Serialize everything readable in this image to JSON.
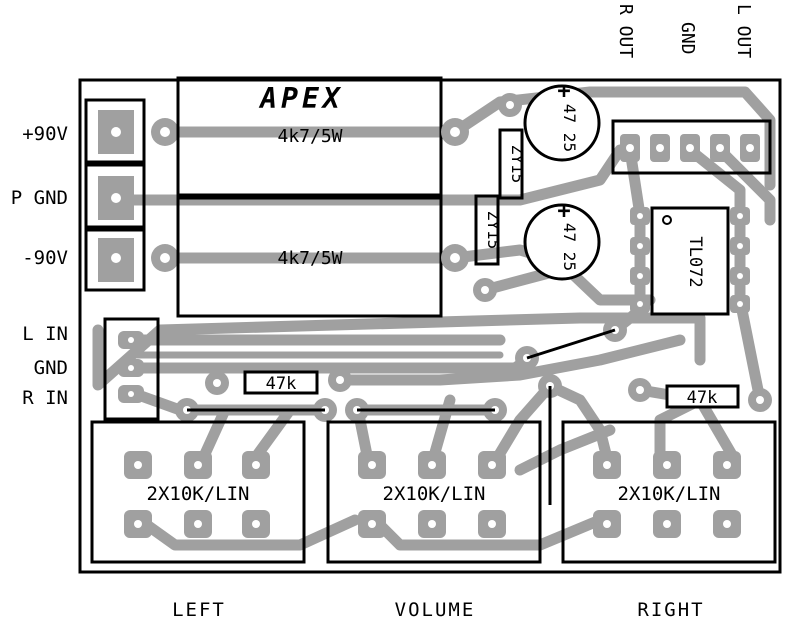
{
  "power_labels": {
    "plus": "+90V",
    "pgnd": "P GND",
    "minus": "-90V"
  },
  "output_labels": {
    "r_out": "R OUT",
    "gnd": "GND",
    "l_out": "L OUT"
  },
  "input_labels": {
    "l_in": "L IN",
    "gnd": "GND",
    "r_in": "R IN"
  },
  "resistors": {
    "top": "4k7/5W",
    "bottom": "4k7/5W",
    "left_47k": "47k",
    "right_47k": "47k"
  },
  "brand": "APEX",
  "zeners": {
    "z1": "ZY15",
    "z2": "ZY15"
  },
  "capacitors": {
    "c1": "47 25",
    "c2": "47 25"
  },
  "ic": "TL072",
  "pots": {
    "left": "2X10K/LIN",
    "volume": "2X10K/LIN",
    "right": "2X10K/LIN"
  },
  "bottom_labels": {
    "left": "LEFT",
    "volume": "VOLUME",
    "right": "RIGHT"
  }
}
